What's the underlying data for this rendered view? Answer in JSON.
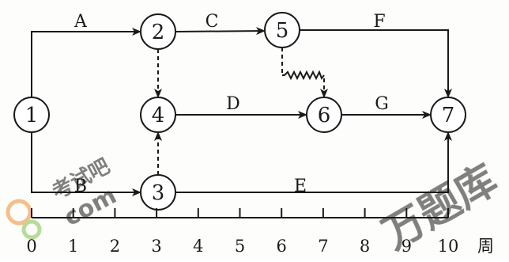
{
  "nodes": [
    {
      "id": "1",
      "label": "1"
    },
    {
      "id": "2",
      "label": "2"
    },
    {
      "id": "3",
      "label": "3"
    },
    {
      "id": "4",
      "label": "4"
    },
    {
      "id": "5",
      "label": "5"
    },
    {
      "id": "6",
      "label": "6"
    },
    {
      "id": "7",
      "label": "7"
    }
  ],
  "edges": [
    {
      "id": "A",
      "from": "1",
      "to": "2",
      "label": "A",
      "style": "solid"
    },
    {
      "id": "B",
      "from": "1",
      "to": "3",
      "label": "B",
      "style": "solid"
    },
    {
      "id": "C",
      "from": "2",
      "to": "5",
      "label": "C",
      "style": "solid"
    },
    {
      "id": "D",
      "from": "4",
      "to": "6",
      "label": "D",
      "style": "solid"
    },
    {
      "id": "E",
      "from": "3",
      "to": "7",
      "label": "E",
      "style": "solid"
    },
    {
      "id": "F",
      "from": "5",
      "to": "7",
      "label": "F",
      "style": "solid"
    },
    {
      "id": "G",
      "from": "6",
      "to": "7",
      "label": "G",
      "style": "solid"
    },
    {
      "id": "d24",
      "from": "2",
      "to": "4",
      "label": "",
      "style": "dashed"
    },
    {
      "id": "d34",
      "from": "3",
      "to": "4",
      "label": "",
      "style": "dashed"
    },
    {
      "id": "w56",
      "from": "5",
      "to": "6",
      "label": "",
      "style": "wavy-float"
    }
  ],
  "scale": {
    "ticks": [
      "0",
      "1",
      "2",
      "3",
      "4",
      "5",
      "6",
      "7",
      "8",
      "9",
      "10"
    ],
    "unit": "周"
  },
  "watermarks": {
    "left_text": "考试吧",
    "left_sub": "com",
    "right_text": "万题库"
  },
  "colors": {
    "ink": "#1a1a1a",
    "watermark_blue": "#4a9fd8",
    "watermark_green": "#7cc04a",
    "watermark_orange": "#f08a30"
  }
}
